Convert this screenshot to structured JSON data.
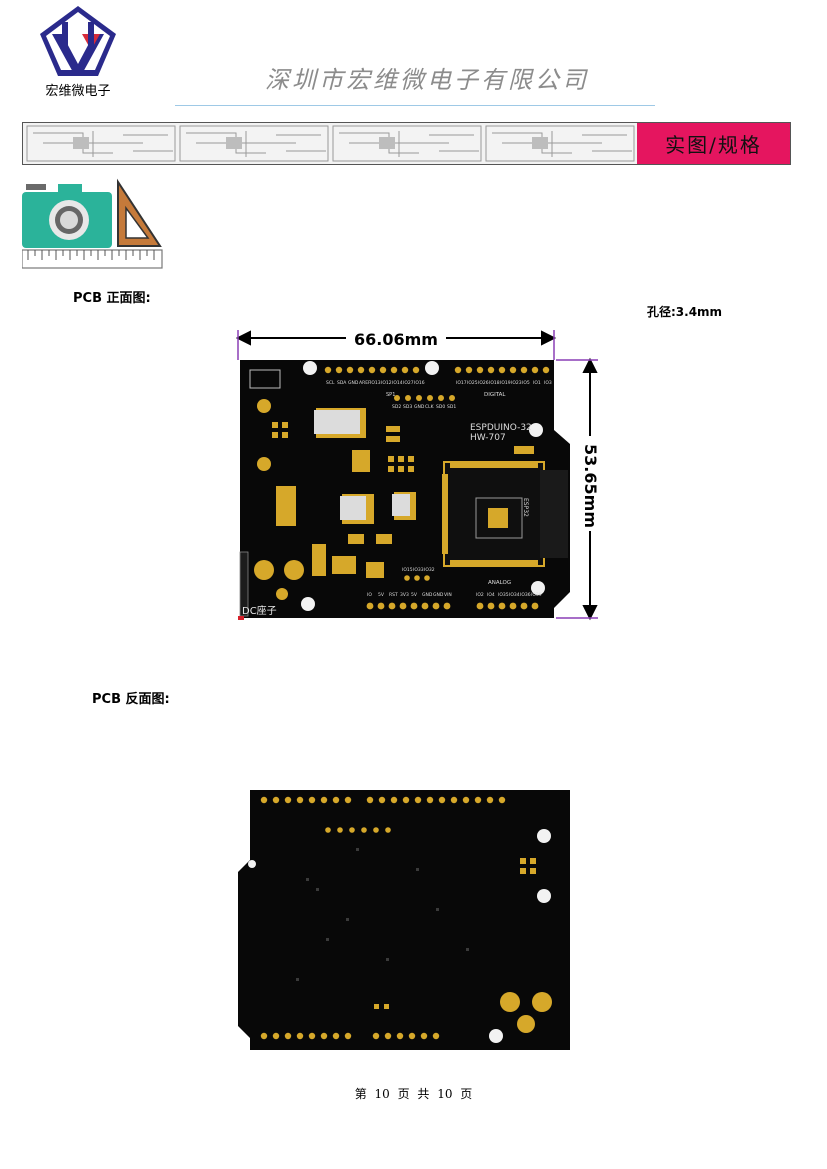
{
  "header": {
    "logo_caption": "宏维微电子",
    "company_name": "深圳市宏维微电子有限公司",
    "banner_tag": "实图/规格"
  },
  "front": {
    "label": "PCB 正面图:",
    "hole_label": "孔径:3.4mm",
    "width_dim": "66.06mm",
    "height_dim": "53.65mm",
    "board_name": "ESPDUINO-32",
    "board_model": "HW-707",
    "module_label": "ESP32",
    "digital_label": "DIGITAL",
    "analog_label": "ANALOG",
    "spi_label": "SP1",
    "dc_label": "DC座子",
    "top_pin_labels": [
      "SCL",
      "SDA",
      "GND",
      "AREF",
      "IO13",
      "IO12",
      "IO14",
      "IO27",
      "IO16",
      "IO17",
      "IO25",
      "IO26",
      "IO18",
      "IO19",
      "IO23",
      "IO5",
      "IO1",
      "IO3"
    ],
    "spi_pin_labels": [
      "SD2",
      "SD3",
      "GND",
      "CLK",
      "SD0",
      "SD1"
    ],
    "power_pin_labels": [
      "IO",
      "5V",
      "RST",
      "3V3",
      "5V",
      "GND",
      "GND",
      "VIN"
    ],
    "analog_pin_labels": [
      "IO2",
      "IO4",
      "IO35",
      "IO34",
      "IO36",
      "IO39"
    ],
    "mid_pin_labels": [
      "IO15",
      "IO33",
      "IO32"
    ]
  },
  "back": {
    "label": "PCB 反面图:"
  },
  "footer": {
    "text": "第 10 页 共 10 页"
  }
}
